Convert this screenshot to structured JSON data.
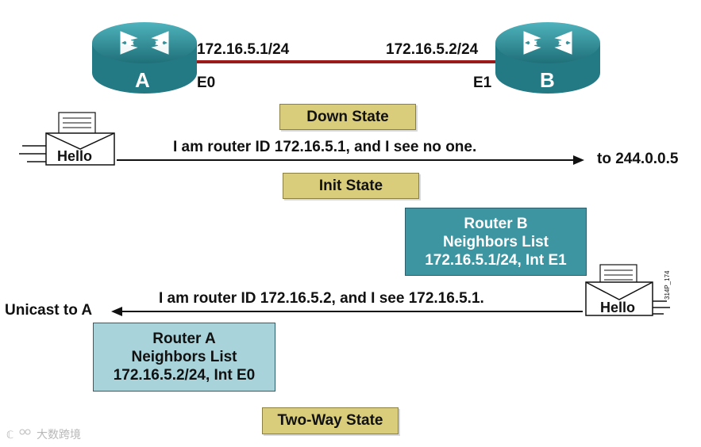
{
  "routers": {
    "a": {
      "letter": "A",
      "ip": "172.16.5.1/24",
      "iface": "E0"
    },
    "b": {
      "letter": "B",
      "ip": "172.16.5.2/24",
      "iface": "E1"
    }
  },
  "states": {
    "down": "Down State",
    "init": "Init State",
    "two_way": "Two-Way State"
  },
  "hello_1": {
    "envelope": "Hello",
    "message": "I am router ID 172.16.5.1, and I see no one.",
    "destination": "to 244.0.0.5"
  },
  "hello_2": {
    "envelope": "Hello",
    "message": "I am router ID 172.16.5.2, and I see 172.16.5.1.",
    "destination": "Unicast to A"
  },
  "neighbors_b": {
    "line1": "Router B",
    "line2": "Neighbors List",
    "line3": "172.16.5.1/24, Int E1"
  },
  "neighbors_a": {
    "line1": "Router A",
    "line2": "Neighbors List",
    "line3": "172.16.5.2/24, Int E0"
  },
  "figure_code": "314P_174",
  "watermark": "大数跨境",
  "colors": {
    "router": "#2f8f99",
    "link": "#9b1b1b",
    "state_bg": "#d9cc7a",
    "neighbors_b": "#3e95a2",
    "neighbors_a": "#a8d3da"
  }
}
